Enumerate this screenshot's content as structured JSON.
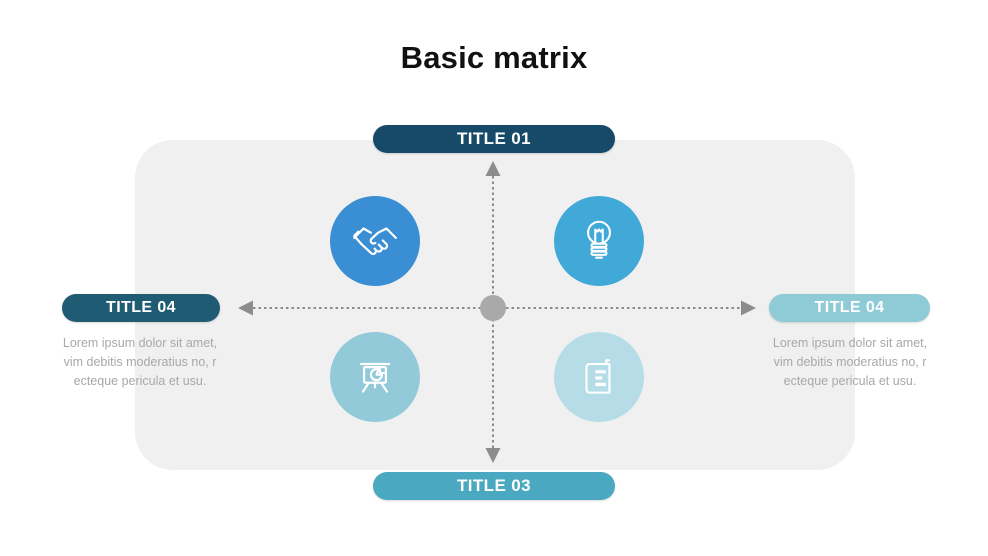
{
  "page": {
    "title": "Basic matrix"
  },
  "colors": {
    "canvas_bg": "#ffffff",
    "matrix_bg": "#f0f0f0",
    "pill_top": "#164a68",
    "pill_left": "#1f5c73",
    "pill_right": "#8fcad7",
    "pill_bottom": "#4aa8c0",
    "circle_top_left": "#3a8fd4",
    "circle_top_right": "#41a9d8",
    "circle_bottom_left": "#92cada",
    "circle_bottom_right": "#b6dce8",
    "axis_gray": "#8c8c8c",
    "center_dot": "#a9a9a9",
    "body_text": "#a8a8a8",
    "title_text": "#111111"
  },
  "pills": {
    "top": {
      "label": "TITLE 01"
    },
    "right": {
      "label": "TITLE 04"
    },
    "bottom": {
      "label": "TITLE 03"
    },
    "left": {
      "label": "TITLE 04"
    }
  },
  "descriptions": {
    "left": {
      "lines": [
        "Lorem ipsum dolor sit amet,",
        "vim debitis moderatius no, r",
        "ecteque pericula et usu."
      ]
    },
    "right": {
      "lines": [
        "Lorem ipsum dolor sit amet,",
        "vim debitis moderatius no, r",
        "ecteque pericula et usu."
      ]
    }
  },
  "quadrants": {
    "top_left": {
      "icon": "handshake-icon"
    },
    "top_right": {
      "icon": "lightbulb-icon"
    },
    "bottom_left": {
      "icon": "presentation-chart-icon"
    },
    "bottom_right": {
      "icon": "book-icon"
    }
  }
}
